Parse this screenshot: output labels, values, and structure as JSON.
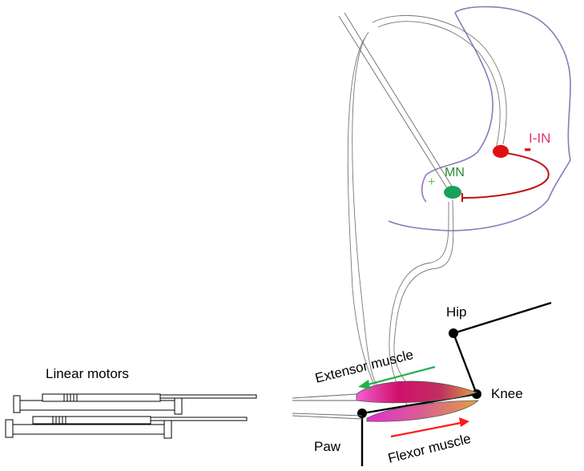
{
  "labels": {
    "linear_motors": "Linear motors",
    "hip": "Hip",
    "knee": "Knee",
    "paw": "Paw",
    "extensor_muscle": "Extensor muscle",
    "flexor_muscle": "Flexor muscle",
    "mn": "MN",
    "iin": "I-IN",
    "excitatory_sign": "+",
    "inhibitory_sign": "-"
  },
  "colors": {
    "spinal_cord_outline": "#8a7bb8",
    "motoneuron": "#1aa05a",
    "interneuron": "#e01010",
    "mn_label": "#2e8b2e",
    "iin_label": "#e0306a",
    "excitatory_sign": "#6cc24a",
    "extensor_arrow": "#22b14c",
    "flexor_arrow": "#ff1a1a",
    "muscle_magenta": "#e020c0",
    "muscle_orange": "#e09030",
    "limb": "#000000",
    "nerve": "#777777"
  }
}
